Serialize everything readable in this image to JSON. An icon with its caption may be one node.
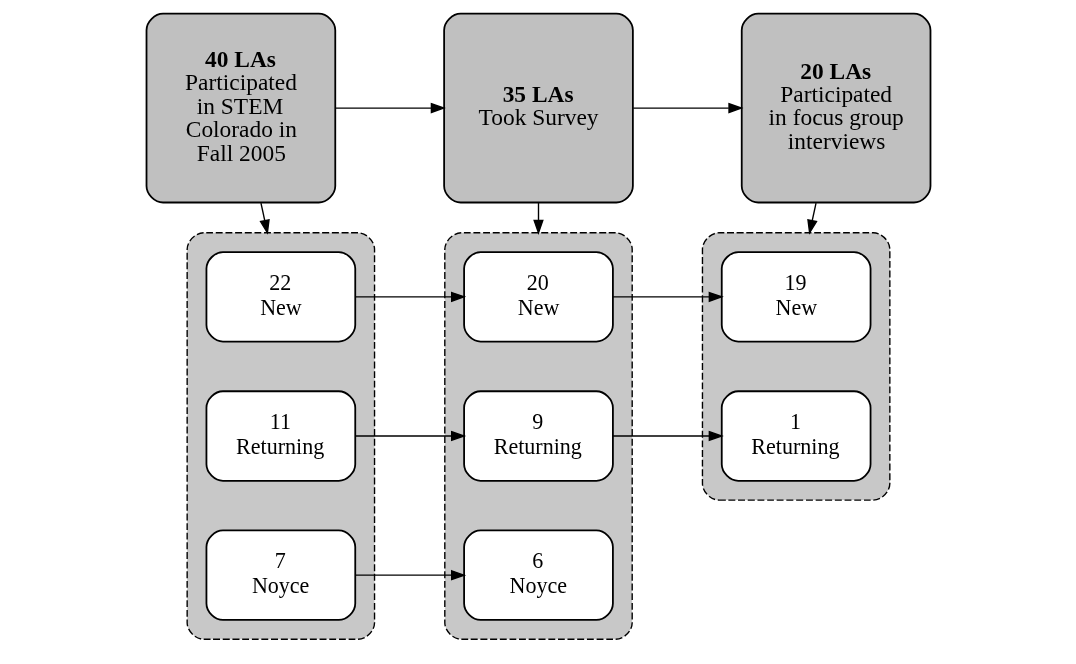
{
  "diagram": {
    "nodes": [
      {
        "text": [
          "40 LAs",
          "Participated in STEM Colorado in Fall 2005"
        ]
      },
      {
        "text": [
          "35 LAs",
          "Took Survey"
        ]
      },
      {
        "text": [
          "20 LAs",
          "Participated in focus group interviews"
        ]
      },
      {
        "text": [],
        "shape": "box"
      },
      {
        "text": [
          "22",
          "New"
        ],
        "in": 3
      },
      {
        "text": [
          "11",
          "Returning"
        ],
        "in": 3
      },
      {
        "text": [
          "7",
          "Noyce"
        ],
        "in": 3
      },
      {
        "text": [],
        "shape": "box"
      },
      {
        "text": [
          "20",
          "New"
        ],
        "in": 7
      },
      {
        "text": [
          "9",
          "Returning"
        ],
        "in": 7
      },
      {
        "text": [
          "6",
          "Noyce"
        ],
        "in": 7
      },
      {
        "text": [],
        "shape": "box"
      },
      {
        "text": [
          "19",
          "New"
        ],
        "in": 11
      },
      {
        "text": [
          "1",
          "Returning"
        ],
        "in": 11
      }
    ],
    "edges": [
      {
        "from": 0,
        "to": 1,
        "arrow": "to"
      },
      {
        "from": 1,
        "to": 2,
        "arrow": "to"
      },
      {
        "from": 0,
        "to": 3,
        "arrow": "to"
      },
      {
        "from": 1,
        "to": 7,
        "arrow": "to"
      },
      {
        "from": 2,
        "to": 11,
        "arrow": "to"
      },
      {
        "from": 4,
        "to": 8,
        "arrow": "to"
      },
      {
        "from": 5,
        "to": 9,
        "arrow": "to"
      },
      {
        "from": 6,
        "to": 10,
        "arrow": "to"
      },
      {
        "from": 8,
        "to": 12,
        "arrow": "to"
      },
      {
        "from": 9,
        "to": 13,
        "arrow": "to"
      }
    ]
  }
}
